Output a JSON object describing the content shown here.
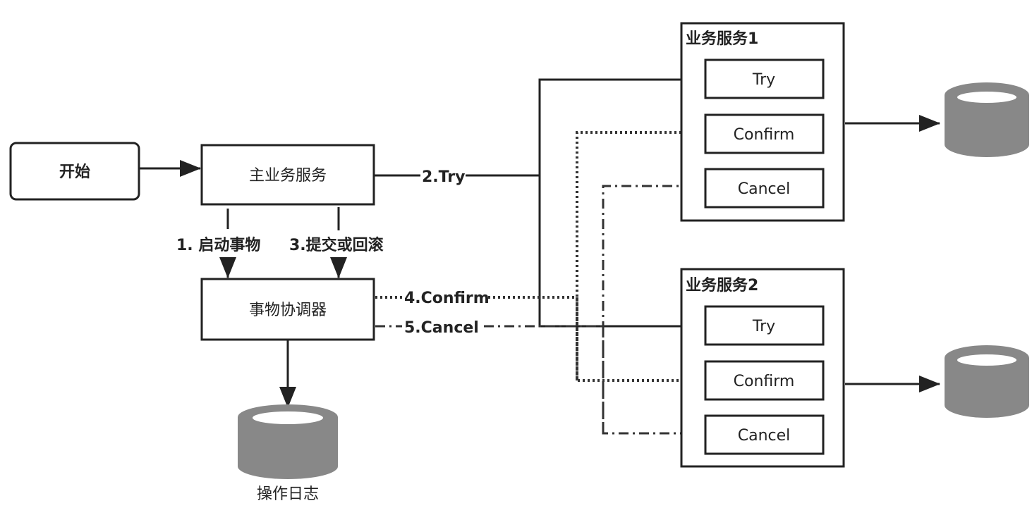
{
  "nodes": {
    "start": "开始",
    "main_service": "主业务服务",
    "coordinator": "事物协调器",
    "log_db": "操作日志",
    "service1": {
      "title": "业务服务1",
      "try": "Try",
      "confirm": "Confirm",
      "cancel": "Cancel"
    },
    "service2": {
      "title": "业务服务2",
      "try": "Try",
      "confirm": "Confirm",
      "cancel": "Cancel"
    }
  },
  "edges": {
    "step1": "1. 启动事物",
    "step2": "2.Try",
    "step3": "3.提交或回滚",
    "step4": "4.Confirm",
    "step5": "5.Cancel"
  },
  "colors": {
    "stroke": "#222222",
    "database": "#888888"
  }
}
